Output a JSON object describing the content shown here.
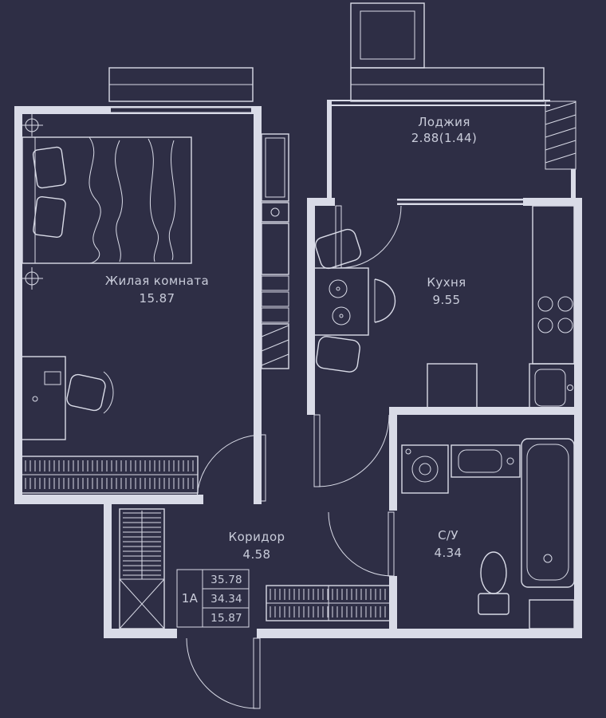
{
  "meta": {
    "colors": {
      "background": "#2e2e45",
      "lines": "#d9dbe7",
      "text": "#c9ccda"
    }
  },
  "rooms": {
    "living": {
      "name": "Жилая комната",
      "area": "15.87"
    },
    "loggia": {
      "name": "Лоджия",
      "area": "2.88(1.44)"
    },
    "kitchen": {
      "name": "Кухня",
      "area": "9.55"
    },
    "corridor": {
      "name": "Коридор",
      "area": "4.58"
    },
    "bathroom": {
      "name": "С/У",
      "area": "4.34"
    }
  },
  "info_box": {
    "unit": "1А",
    "rows": [
      "35.78",
      "34.34",
      "15.87"
    ]
  }
}
